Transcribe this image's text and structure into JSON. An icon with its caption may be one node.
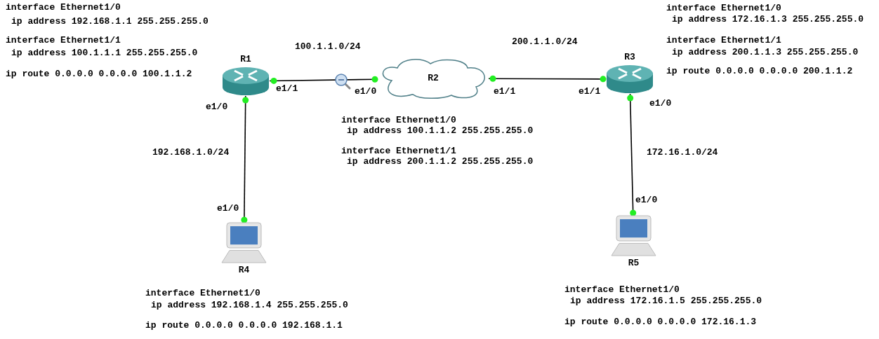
{
  "diagram": {
    "nodes": [
      {
        "text": [
          "R1"
        ]
      },
      {
        "text": [
          "R2"
        ]
      },
      {
        "text": [
          "R3"
        ]
      },
      {
        "text": [
          "R4"
        ]
      },
      {
        "text": [
          "R5"
        ]
      }
    ],
    "edges": [
      {
        "from": 0,
        "to": 1,
        "arrow": "none"
      },
      {
        "from": 1,
        "to": 2,
        "arrow": "none"
      },
      {
        "from": 0,
        "to": 3,
        "arrow": "none"
      },
      {
        "from": 2,
        "to": 4,
        "arrow": "none"
      }
    ],
    "labels": [
      "interface Ethernet1/0",
      "ip address 192.168.1.1 255.255.255.0",
      "interface Ethernet1/1",
      "ip address 100.1.1.1 255.255.255.0",
      "ip route 0.0.0.0 0.0.0.0 100.1.1.2",
      "100.1.1.0/24",
      "200.1.1.0/24",
      "interface Ethernet1/0",
      "ip address 172.16.1.3 255.255.255.0",
      "interface Ethernet1/1",
      "ip address 200.1.1.3 255.255.255.0",
      "ip route 0.0.0.0 0.0.0.0 200.1.1.2",
      "e1/1",
      "e1/0",
      "e1/1",
      "e1/1",
      "e1/0",
      "e1/0",
      "interface Ethernet1/0",
      "ip address 100.1.1.2 255.255.255.0",
      "interface Ethernet1/1",
      "ip address 200.1.1.2 255.255.255.0",
      "192.168.1.0/24",
      "172.16.1.0/24",
      "e1/0",
      "e1/0",
      "interface Ethernet1/0",
      "ip address 192.168.1.4 255.255.255.0",
      "ip route 0.0.0.0 0.0.0.0 192.168.1.1",
      "interface Ethernet1/0",
      "ip address 172.16.1.5 255.255.255.0",
      "ip route 0.0.0.0 0.0.0.0 172.16.1.3"
    ]
  }
}
